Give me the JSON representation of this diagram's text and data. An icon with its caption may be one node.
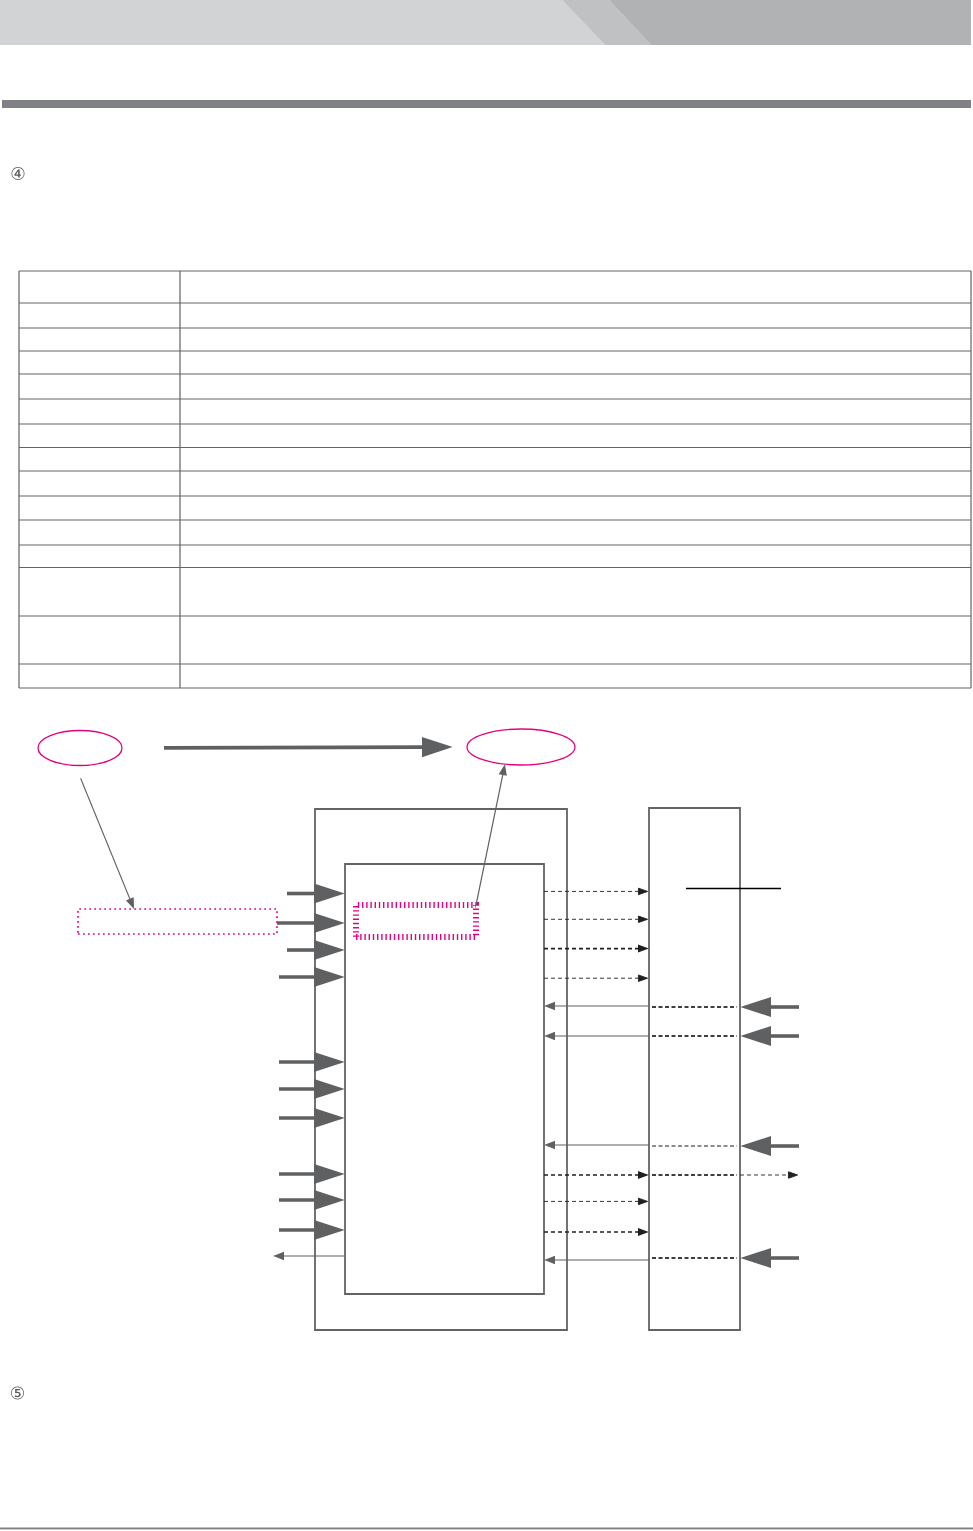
{
  "diagram": {
    "nodes": [
      {
        "text": [],
        "shape": "ellipse"
      },
      {
        "text": [],
        "shape": "ellipse"
      },
      {
        "text": [],
        "shape": "box"
      },
      {
        "text": [],
        "shape": "box"
      },
      {
        "text": [],
        "shape": "box",
        "in": 3
      },
      {
        "text": [],
        "shape": "box",
        "in": 4
      },
      {
        "text": [],
        "shape": "box"
      }
    ],
    "edges": [
      {
        "from": 0,
        "to": 1,
        "arrow": "to"
      },
      {
        "from": 0,
        "to": 2,
        "arrow": "to"
      },
      {
        "from": 5,
        "to": 1,
        "arrow": "to"
      },
      {
        "from": null,
        "to": 4,
        "arrow": "to"
      },
      {
        "from": 2,
        "to": 4,
        "arrow": "to"
      },
      {
        "from": null,
        "to": 4,
        "arrow": "to"
      },
      {
        "from": null,
        "to": 4,
        "arrow": "to"
      },
      {
        "from": null,
        "to": 4,
        "arrow": "to"
      },
      {
        "from": null,
        "to": 4,
        "arrow": "to"
      },
      {
        "from": null,
        "to": 4,
        "arrow": "to"
      },
      {
        "from": null,
        "to": 4,
        "arrow": "to"
      },
      {
        "from": null,
        "to": 4,
        "arrow": "to"
      },
      {
        "from": null,
        "to": 4,
        "arrow": "to"
      },
      {
        "from": 4,
        "to": null,
        "arrow": "to"
      },
      {
        "from": 4,
        "to": 6,
        "arrow": "to",
        "style": "dashed",
        "color": "#231f20"
      },
      {
        "from": 4,
        "to": 6,
        "arrow": "to",
        "style": "dashed",
        "color": "#231f20"
      },
      {
        "from": 4,
        "to": 6,
        "arrow": "to",
        "style": "dashed",
        "color": "#231f20"
      },
      {
        "from": 4,
        "to": 6,
        "arrow": "to",
        "style": "dashed",
        "color": "#231f20"
      },
      {
        "from": null,
        "to": 6,
        "arrow": "to"
      },
      {
        "from": null,
        "to": 6,
        "arrow": "to"
      },
      {
        "from": null,
        "to": 6,
        "arrow": "to"
      },
      {
        "from": null,
        "to": 6,
        "arrow": "to"
      },
      {
        "from": 6,
        "to": 4,
        "arrow": "to"
      },
      {
        "from": 6,
        "to": 4,
        "arrow": "to"
      },
      {
        "from": 6,
        "to": 4,
        "arrow": "to"
      },
      {
        "from": 6,
        "to": 4,
        "arrow": "to"
      },
      {
        "from": 4,
        "to": 6,
        "arrow": "to",
        "style": "dashed",
        "color": "#231f20"
      },
      {
        "from": 6,
        "to": null,
        "arrow": "to",
        "style": "dashed",
        "color": "#231f20"
      },
      {
        "from": 4,
        "to": 6,
        "arrow": "to",
        "style": "dashed",
        "color": "#231f20"
      },
      {
        "from": 4,
        "to": 6,
        "arrow": "to",
        "style": "dashed",
        "color": "#231f20"
      }
    ],
    "labels": [
      "④",
      "⑤"
    ]
  }
}
